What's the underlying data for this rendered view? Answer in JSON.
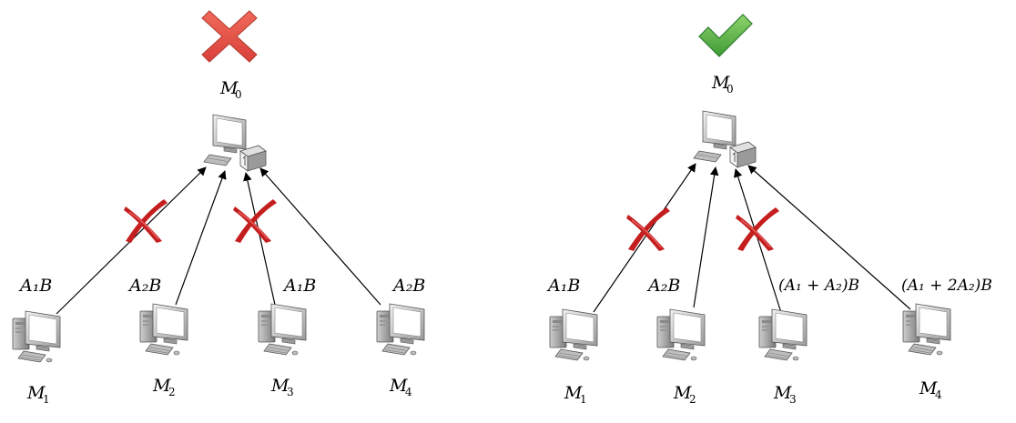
{
  "left_panel": {
    "verdict_icon": "red-cross-icon",
    "server": {
      "symbol": "M",
      "sub": "0"
    },
    "clients": [
      {
        "symbol": "M",
        "sub": "1",
        "message": "A₁B",
        "blocked": true
      },
      {
        "symbol": "M",
        "sub": "2",
        "message": "A₂B",
        "blocked": false
      },
      {
        "symbol": "M",
        "sub": "3",
        "message": "A₁B",
        "blocked": true
      },
      {
        "symbol": "M",
        "sub": "4",
        "message": "A₂B",
        "blocked": false
      }
    ]
  },
  "right_panel": {
    "verdict_icon": "green-check-icon",
    "server": {
      "symbol": "M",
      "sub": "0"
    },
    "clients": [
      {
        "symbol": "M",
        "sub": "1",
        "message": "A₁B",
        "blocked": true
      },
      {
        "symbol": "M",
        "sub": "2",
        "message": "A₂B",
        "blocked": false
      },
      {
        "symbol": "M",
        "sub": "3",
        "message": "(A₁ + A₂)B",
        "blocked": true
      },
      {
        "symbol": "M",
        "sub": "4",
        "message": "(A₁ + 2A₂)B",
        "blocked": false
      }
    ]
  },
  "colors": {
    "cross_red": "#e74c3c",
    "cross_red_dark": "#c0392b",
    "blocked_mark": "#c41e1e",
    "check_green": "#4caf50",
    "check_green_dark": "#2e7d32"
  }
}
